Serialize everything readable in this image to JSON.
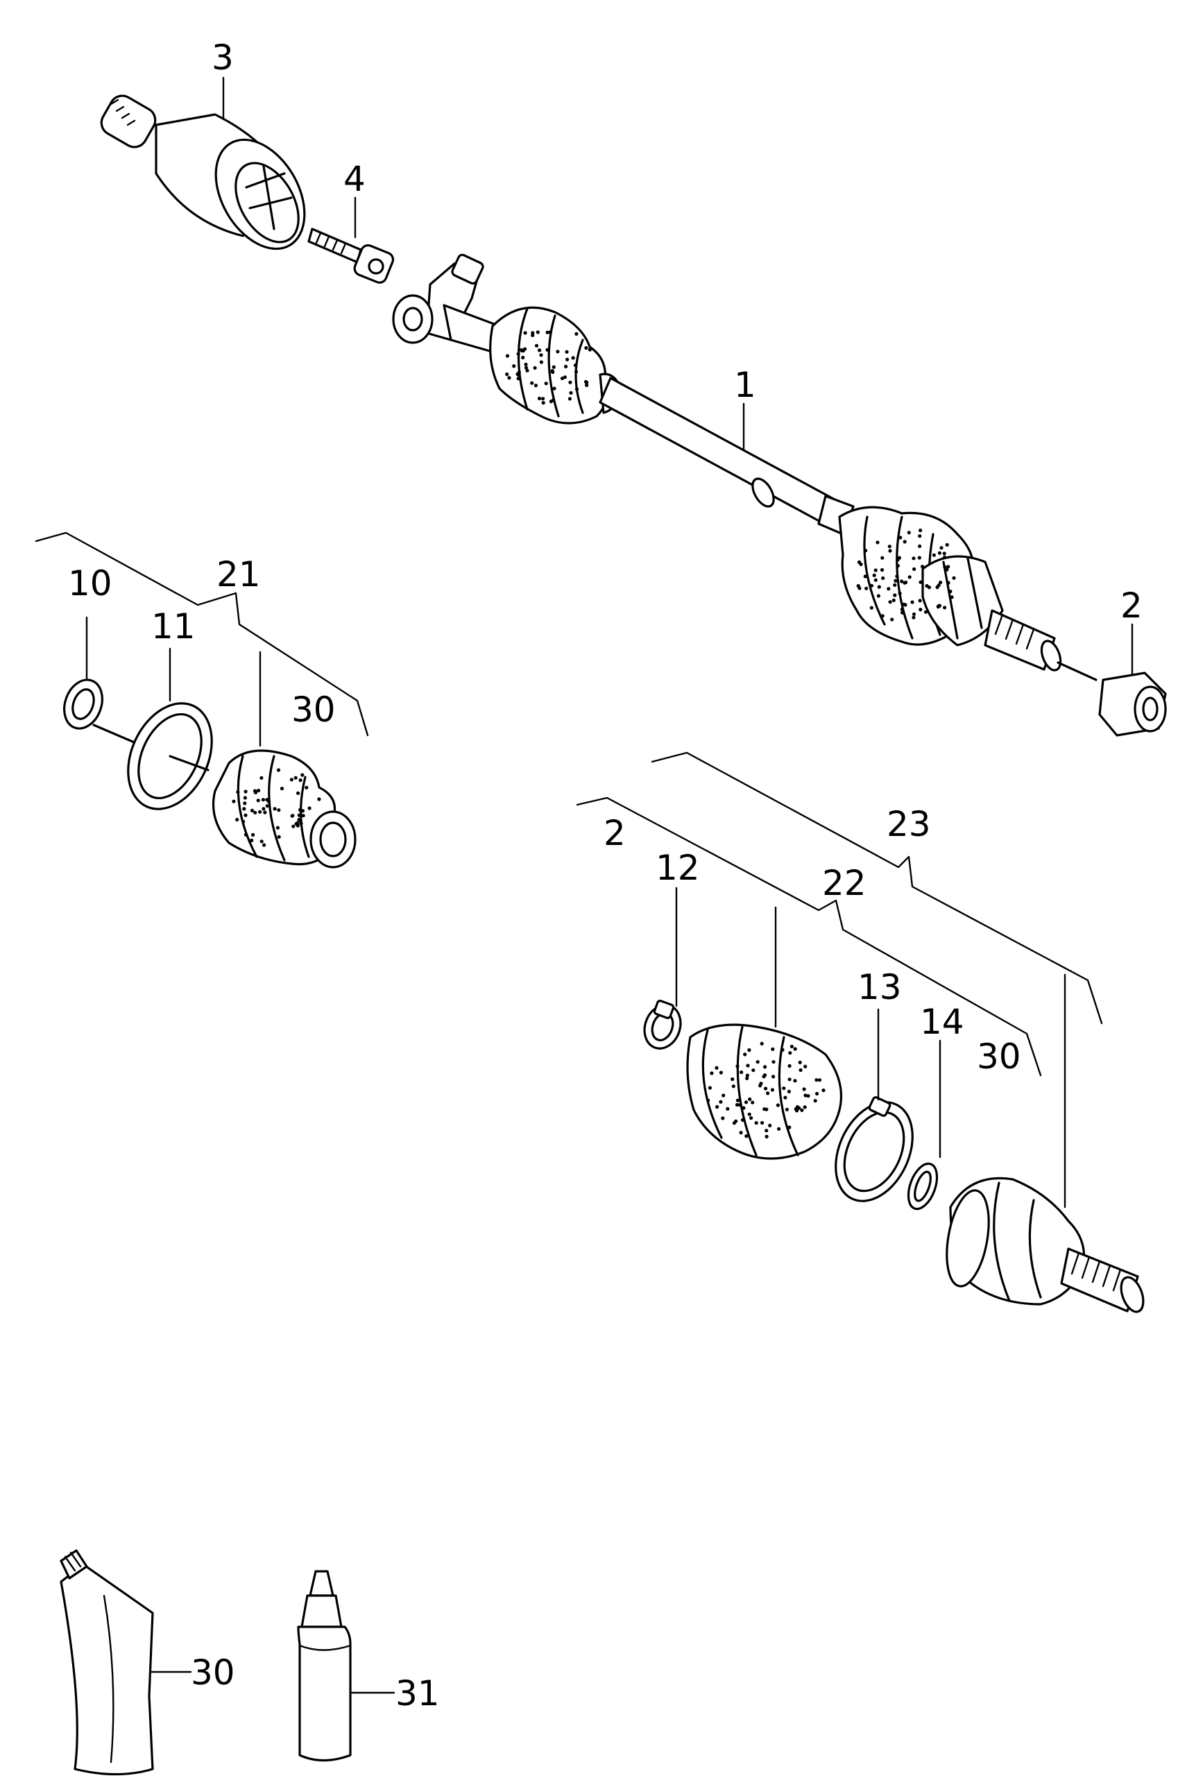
{
  "callouts": {
    "c1": "1",
    "c2a": "2",
    "c2b": "2",
    "c3": "3",
    "c4": "4",
    "c10": "10",
    "c11": "11",
    "c12": "12",
    "c13": "13",
    "c14": "14",
    "c21": "21",
    "c22": "22",
    "c23": "23",
    "c30a": "30",
    "c30b": "30",
    "c30c": "30",
    "c31": "31"
  }
}
